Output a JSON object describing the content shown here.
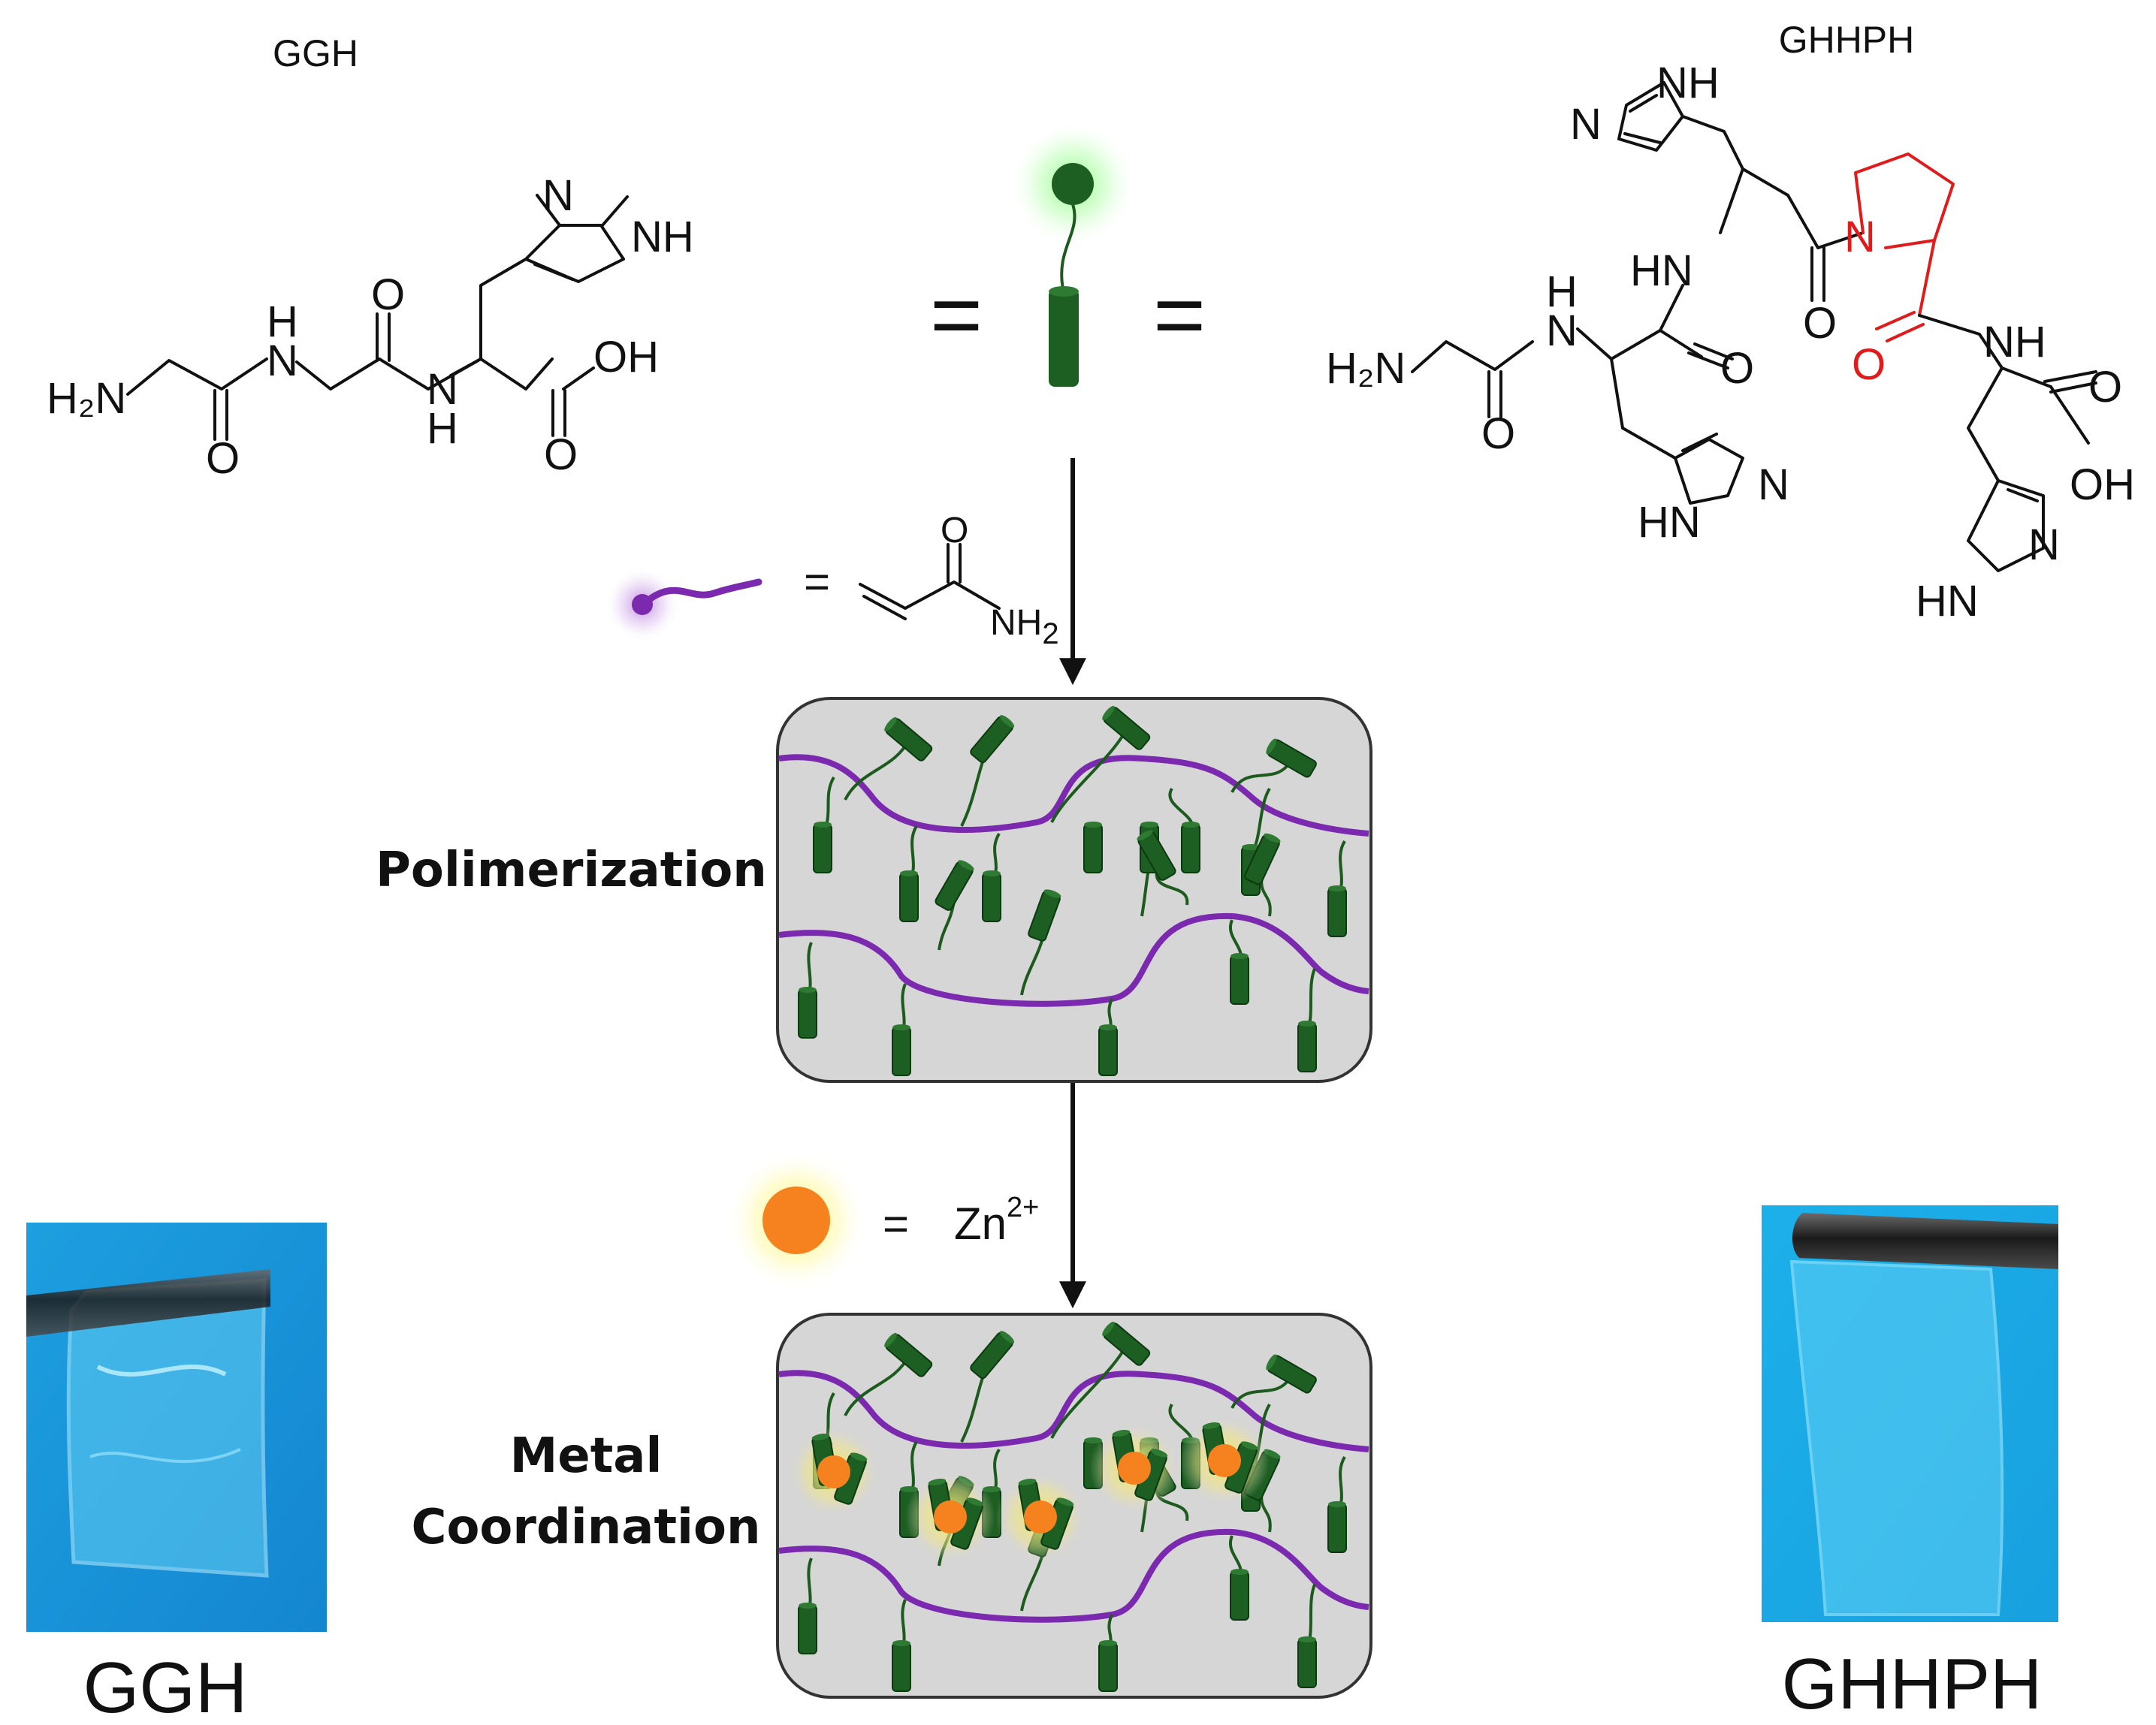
{
  "peptides": {
    "left_title": "GGH",
    "right_title": "GHHPH"
  },
  "atoms": {
    "h2n": "H₂N",
    "h": "H",
    "n": "N",
    "nh": "NH",
    "hn": "HN",
    "o": "O",
    "oh": "OH",
    "nh2_main": "NH",
    "nh2_sub": "2"
  },
  "legend": {
    "peptide_equals": "=",
    "monomer_equals": "=",
    "zinc_equals": "=",
    "zinc_main": "Zn",
    "zinc_sup": "2+"
  },
  "steps": {
    "polymerization": "Polimerization",
    "coordination_line1": "Metal",
    "coordination_line2": "Coordination"
  },
  "photos": {
    "left_caption": "GGH",
    "right_caption": "GHHPH"
  },
  "colors": {
    "peptide_green": "#1d5e22",
    "chain_purple": "#7b2ab0",
    "zinc_orange": "#f5821f",
    "gel_gray": "#d6d6d6",
    "proline_red": "#e01b1b",
    "photo_blue": "#1aa9e6"
  }
}
